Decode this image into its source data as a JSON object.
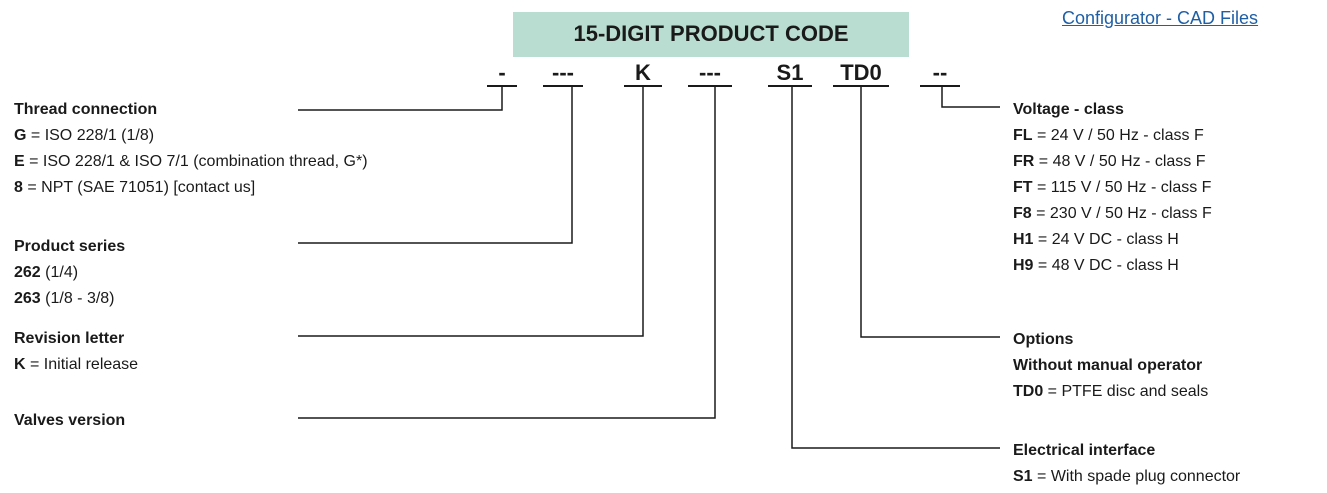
{
  "header": {
    "title": "15-DIGIT PRODUCT CODE"
  },
  "link": {
    "label": "Configurator - CAD Files"
  },
  "code_segments": [
    "-",
    "---",
    "K",
    "---",
    "S1",
    "TD0",
    "--"
  ],
  "left_groups": {
    "thread": {
      "heading": "Thread connection",
      "items": [
        {
          "code": "G",
          "desc": " = ISO 228/1 (1/8)"
        },
        {
          "code": "E",
          "desc": " = ISO 228/1 & ISO 7/1 (combination thread, G*)"
        },
        {
          "code": "8",
          "desc": " = NPT (SAE 71051) [contact us]"
        }
      ]
    },
    "series": {
      "heading": "Product series",
      "items": [
        {
          "code": "262",
          "desc": " (1/4)"
        },
        {
          "code": "263",
          "desc": " (1/8 - 3/8)"
        }
      ]
    },
    "revision": {
      "heading": "Revision letter",
      "items": [
        {
          "code": "K",
          "desc": " = Initial release"
        }
      ]
    },
    "version": {
      "heading": "Valves version"
    }
  },
  "right_groups": {
    "voltage": {
      "heading": "Voltage - class",
      "items": [
        {
          "code": "FL",
          "desc": " = 24 V / 50 Hz - class F"
        },
        {
          "code": "FR",
          "desc": " = 48 V / 50 Hz - class F"
        },
        {
          "code": "FT",
          "desc": " = 115 V / 50 Hz - class F"
        },
        {
          "code": "F8",
          "desc": " = 230 V / 50 Hz - class F"
        },
        {
          "code": "H1",
          "desc": " = 24 V DC - class H"
        },
        {
          "code": "H9",
          "desc": " = 48 V DC - class H"
        }
      ]
    },
    "options": {
      "heading": "Options",
      "subheading": "Without manual operator",
      "items": [
        {
          "code": "TD0",
          "desc": " = PTFE disc and seals"
        }
      ]
    },
    "electrical": {
      "heading": "Electrical interface",
      "items": [
        {
          "code": "S1",
          "desc": " = With spade plug connector"
        }
      ]
    }
  },
  "colors": {
    "header_bg": "#b9ddd0",
    "link": "#1f5fa5",
    "text": "#1a1a1a"
  }
}
